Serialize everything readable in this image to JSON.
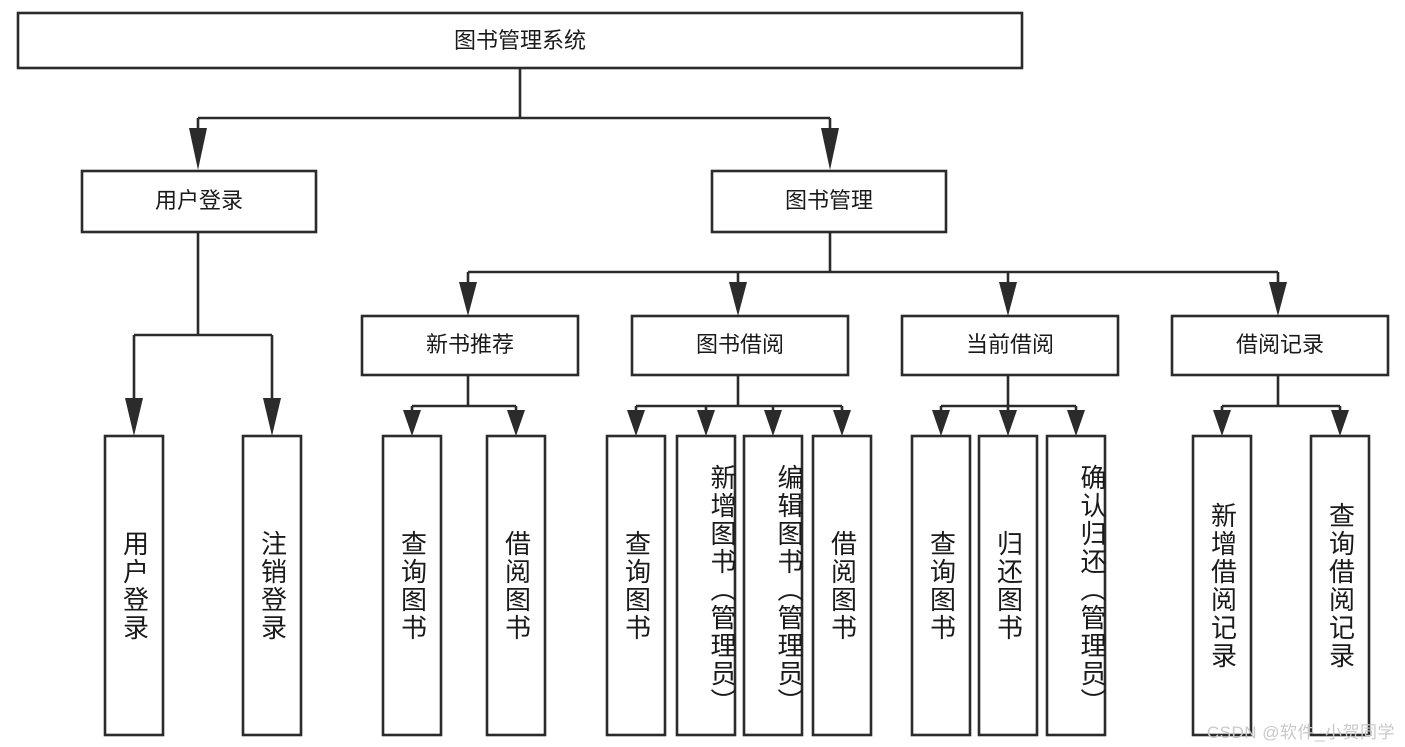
{
  "diagram": {
    "title": "图书管理系统",
    "type": "hierarchy-tree",
    "root": {
      "id": "root",
      "label": "图书管理系统",
      "orientation": "horizontal"
    },
    "level2": [
      {
        "id": "user-login",
        "label": "用户登录",
        "orientation": "horizontal"
      },
      {
        "id": "book-manage",
        "label": "图书管理",
        "orientation": "horizontal"
      }
    ],
    "level3": [
      {
        "id": "new-book-recommend",
        "label": "新书推荐",
        "orientation": "horizontal",
        "parent": "book-manage"
      },
      {
        "id": "book-borrow",
        "label": "图书借阅",
        "orientation": "horizontal",
        "parent": "book-manage"
      },
      {
        "id": "current-borrow",
        "label": "当前借阅",
        "orientation": "horizontal",
        "parent": "book-manage"
      },
      {
        "id": "borrow-record",
        "label": "借阅记录",
        "orientation": "horizontal",
        "parent": "book-manage"
      }
    ],
    "leaves": [
      {
        "id": "leaf-user-login",
        "label": "用户登录",
        "orientation": "vertical",
        "parent": "user-login"
      },
      {
        "id": "leaf-user-logout",
        "label": "注销登录",
        "orientation": "vertical",
        "parent": "user-login"
      },
      {
        "id": "leaf-query-book-1",
        "label": "查询图书",
        "orientation": "vertical",
        "parent": "new-book-recommend"
      },
      {
        "id": "leaf-borrow-book-1",
        "label": "借阅图书",
        "orientation": "vertical",
        "parent": "new-book-recommend"
      },
      {
        "id": "leaf-query-book-2",
        "label": "查询图书",
        "orientation": "vertical",
        "parent": "book-borrow"
      },
      {
        "id": "leaf-add-book",
        "label": "新增图书（管理员）",
        "orientation": "vertical",
        "parent": "book-borrow"
      },
      {
        "id": "leaf-edit-book",
        "label": "编辑图书（管理员）",
        "orientation": "vertical",
        "parent": "book-borrow"
      },
      {
        "id": "leaf-borrow-book-2",
        "label": "借阅图书",
        "orientation": "vertical",
        "parent": "book-borrow"
      },
      {
        "id": "leaf-query-book-3",
        "label": "查询图书",
        "orientation": "vertical",
        "parent": "current-borrow"
      },
      {
        "id": "leaf-return-book",
        "label": "归还图书",
        "orientation": "vertical",
        "parent": "current-borrow"
      },
      {
        "id": "leaf-confirm-return",
        "label": "确认归还（管理员）",
        "orientation": "vertical",
        "parent": "current-borrow"
      },
      {
        "id": "leaf-add-record",
        "label": "新增借阅记录",
        "orientation": "vertical",
        "parent": "borrow-record"
      },
      {
        "id": "leaf-query-record",
        "label": "查询借阅记录",
        "orientation": "vertical",
        "parent": "borrow-record"
      }
    ],
    "colors": {
      "stroke": "#2b2b2b",
      "box_fill": "#ffffff",
      "text": "#1a1a1a",
      "background": "#ffffff",
      "watermark": "#c9c9c9"
    }
  },
  "watermark": {
    "text": "CSDN @软件_小贺同学"
  }
}
